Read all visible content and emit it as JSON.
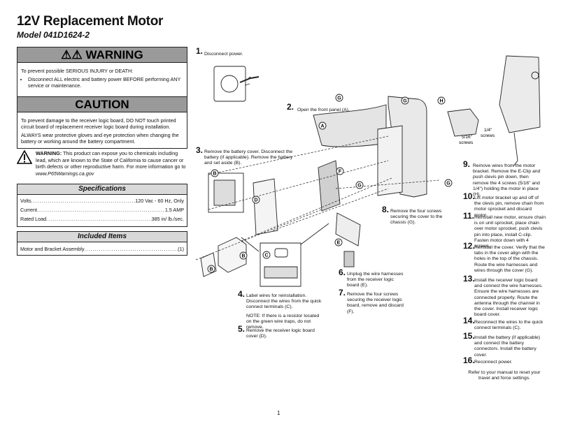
{
  "header": {
    "title": "12V Replacement Motor",
    "model": "Model 041D1624-2"
  },
  "warning": {
    "heading": "WARNING",
    "intro": "To prevent possible SERIOUS INJURY or DEATH:",
    "bullet": "Disconnect ALL electric and battery power BEFORE performing ANY service or maintenance."
  },
  "caution": {
    "heading": "CAUTION",
    "para1": "To prevent damage to the receiver logic board, DO NOT touch printed circuit board of replacement receiver logic board during installation.",
    "para2": "ALWAYS wear protective gloves and eye protection when changing the battery or working around the battery compartment."
  },
  "prop65": {
    "label": "WARNING:",
    "text": "This product can expose you to chemicals including lead, which are known to the State of California to cause cancer or birth defects or other reproductive harm. For more information go to",
    "link": "www.P65Warnings.ca.gov"
  },
  "specifications": {
    "heading": "Specifications",
    "rows": [
      {
        "label": "Volts",
        "value": "120 Vac - 60 Hz, Only"
      },
      {
        "label": "Current",
        "value": "1.5 AMP"
      },
      {
        "label": "Rated Load",
        "value": "385 in/ lb./sec."
      }
    ]
  },
  "included": {
    "heading": "Included Items",
    "item": "Motor and Bracket Assembly",
    "qty": "(1)"
  },
  "steps": [
    {
      "n": "1.",
      "text": "Disconnect power."
    },
    {
      "n": "2.",
      "text": "Open the front panel (A)."
    },
    {
      "n": "3.",
      "text": "Remove the battery cover. Disconnect the battery (if applicable). Remove the battery and set aside (B)."
    },
    {
      "n": "4.",
      "text": "Label wires for reinstallation. Disconnect the wires from the quick connect terminals (C).",
      "note": "NOTE: If there is a resistor located on the green wire traps, do not remove."
    },
    {
      "n": "5.",
      "text": "Remove the receiver logic board cover (D)."
    },
    {
      "n": "6.",
      "text": "Unplug the wire harnesses from the receiver logic board (E)."
    },
    {
      "n": "7.",
      "text": "Remove the four screws securing the receiver logic board, remove and discard (F)."
    },
    {
      "n": "8.",
      "text": "Remove the four screws securing the cover to the chassis (G)."
    },
    {
      "n": "9.",
      "text": "Remove wires from the motor bracket. Remove the E-Clip and push clevis pin down, then remove the 4 screws (5/16\" and 1/4\") holding the motor in place (H)."
    },
    {
      "n": "10.",
      "text": "Lift motor bracket up and off of the clevis pin, remove chain from motor sprocket and discard motor."
    },
    {
      "n": "11.",
      "text": "Reinstall new motor, ensure chain is on unit sprocket, place chain over motor sprocket, push clevis pin into place, install C-clip. Fasten motor down with 4 screws."
    },
    {
      "n": "12.",
      "text": "Reinstall the cover. Verify that the tabs in the cover align with the holes in the top of the chassis. Route the wire harnesses and wires through the cover (G)."
    },
    {
      "n": "13.",
      "text": "Install the receiver logic board and connect the wire harnesses. Ensure the wire harnesses are connected properly. Route the antenna through the channel in the cover. Install receiver logic board cover."
    },
    {
      "n": "14.",
      "text": "Reconnect the wires to the quick connect terminals (C)."
    },
    {
      "n": "15.",
      "text": "Install the battery (if applicable) and connect the battery connectors. Install the battery cover."
    },
    {
      "n": "16.",
      "text": "Reconnect power."
    }
  ],
  "footer_note": "Refer to your manual to reset your travel and force settings.",
  "callouts": {
    "a": "A",
    "b": "B",
    "c": "C",
    "d": "D",
    "e": "E",
    "f": "F",
    "g": "G",
    "h": "H",
    "screw_516": "5/16\"",
    "screws1": "screws",
    "screw_14": "1/4\"",
    "screws2": "screws"
  },
  "page_number": "1"
}
